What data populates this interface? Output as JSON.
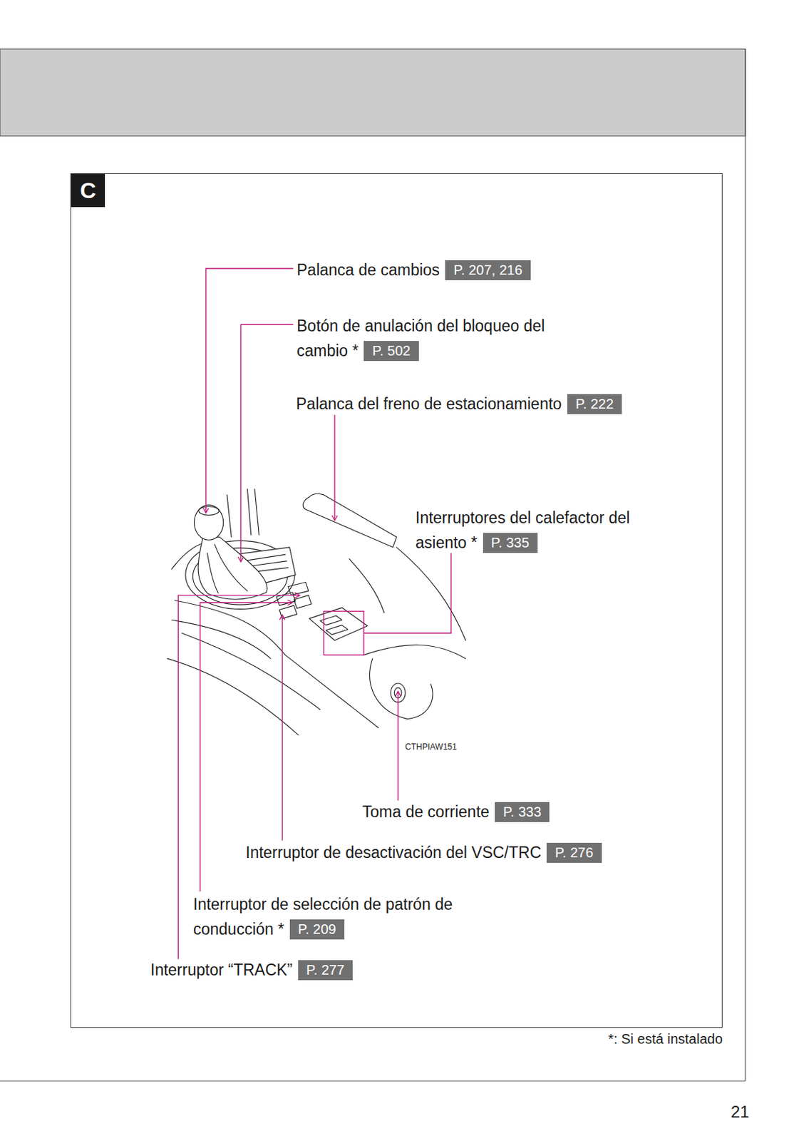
{
  "diagram": {
    "nodes": [
      {
        "text": [
          "C"
        ]
      },
      {
        "text": [
          "Palanca de cambios",
          "P. 207, 216"
        ],
        "in": 0
      },
      {
        "text": [
          "Botón de anulación del bloqueo del cambio *",
          "P. 502"
        ],
        "in": 0
      },
      {
        "text": [
          "Palanca del freno de estacionamiento",
          "P. 222"
        ],
        "in": 0
      },
      {
        "text": [
          "Interruptores del calefactor del asiento *",
          "P. 335"
        ],
        "in": 0
      },
      {
        "text": [
          "Toma de corriente",
          "P. 333"
        ],
        "in": 0
      },
      {
        "text": [
          "Interruptor de desactivación del VSC/TRC",
          "P. 276"
        ],
        "in": 0
      },
      {
        "text": [
          "Interruptor de selección de patrón de conducción *",
          "P. 209"
        ],
        "in": 0
      },
      {
        "text": [
          "Interruptor “TRACK”",
          "P. 277"
        ],
        "in": 0
      }
    ],
    "labels": [
      "CTHPIAW151",
      "*: Si está instalado",
      "21"
    ]
  }
}
